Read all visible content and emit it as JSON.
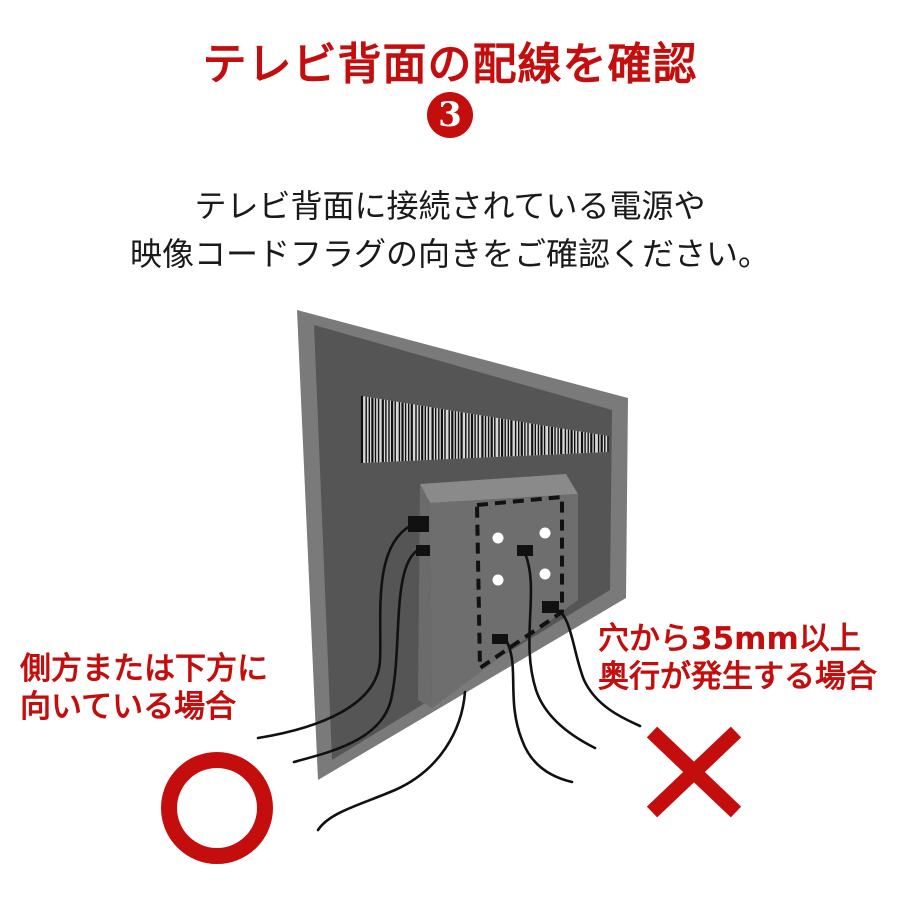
{
  "title": "テレビ背面の配線を確認",
  "step_number": "3",
  "description": {
    "line1": "テレビ背面に接続されている電源や",
    "line2": "映像コードフラグの向きをご確認ください。"
  },
  "good_label": {
    "line1": "側方または下方に",
    "line2": "向いている場合"
  },
  "bad_label": {
    "line1": "穴から35mm以上",
    "line2": "奥行が発生する場合"
  },
  "icons": {
    "ok": "circle-ok-icon",
    "ng": "cross-ng-icon"
  },
  "colors": {
    "accent": "#c40d0d",
    "tv_frame": "#7a7a7a",
    "tv_panel": "#555555",
    "stand_plate": "#6e6e6e",
    "cable": "#111111"
  }
}
